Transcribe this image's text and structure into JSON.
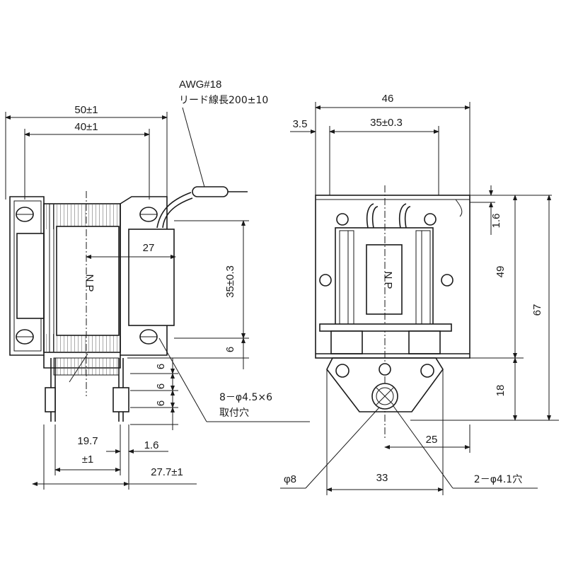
{
  "left_view": {
    "width_outer": "50±1",
    "width_inner": "40±1",
    "lead_gauge": "AWG#18",
    "lead_length": "リード線長200±10",
    "plunger_extension": "27",
    "height_35": "35±0.3",
    "dim_6_a": "6",
    "dim_6_b": "6",
    "dim_6_c": "6",
    "dim_6_d": "6",
    "mount_holes": "8－φ4.5×6",
    "mount_holes_2": "取付穴",
    "dim_19_7": "19.7",
    "dim_19_7_tol": "±1",
    "dim_1_6": "1.6",
    "dim_27_7": "27.7±1",
    "coil_marking": "N P"
  },
  "right_view": {
    "width_46": "46",
    "dim_3_5": "3.5",
    "dim_35": "35±0.3",
    "dim_1_6": "1.6",
    "dim_49": "49",
    "dim_67": "67",
    "dim_18": "18",
    "dim_25": "25",
    "dim_33": "33",
    "phi_8": "φ8",
    "holes_2": "2－φ4.1穴",
    "coil_marking": "N P"
  }
}
